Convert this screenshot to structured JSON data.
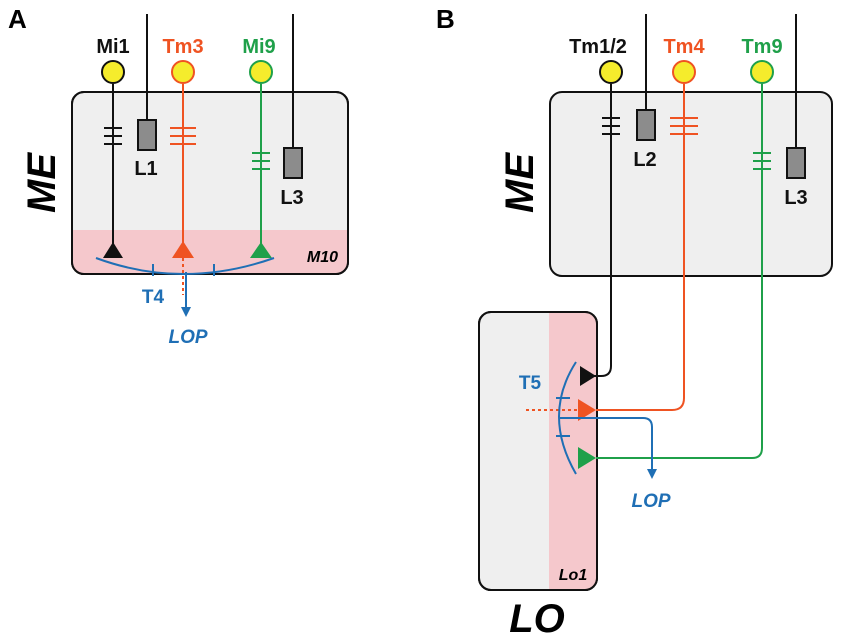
{
  "colors": {
    "black": "#111111",
    "orange": "#ef5322",
    "green": "#1fa04a",
    "blue": "#1f6fb5",
    "yellow": "#f5ec2c",
    "box_fill": "#efefef",
    "pink": "#f5c8cc",
    "lamina_fill": "#8c8c8c"
  },
  "panel_a": {
    "letter": "A",
    "region": "ME",
    "layer": "M10",
    "cells": {
      "mi1": "Mi1",
      "tm3": "Tm3",
      "mi9": "Mi9"
    },
    "laminas": {
      "l1": "L1",
      "l3": "L3"
    },
    "t4": "T4",
    "lop": "LOP"
  },
  "panel_b": {
    "letter": "B",
    "region_me": "ME",
    "region_lo": "LO",
    "layer": "Lo1",
    "cells": {
      "tm12": "Tm1/2",
      "tm4": "Tm4",
      "tm9": "Tm9"
    },
    "laminas": {
      "l2": "L2",
      "l3": "L3"
    },
    "t5": "T5",
    "lop": "LOP"
  }
}
